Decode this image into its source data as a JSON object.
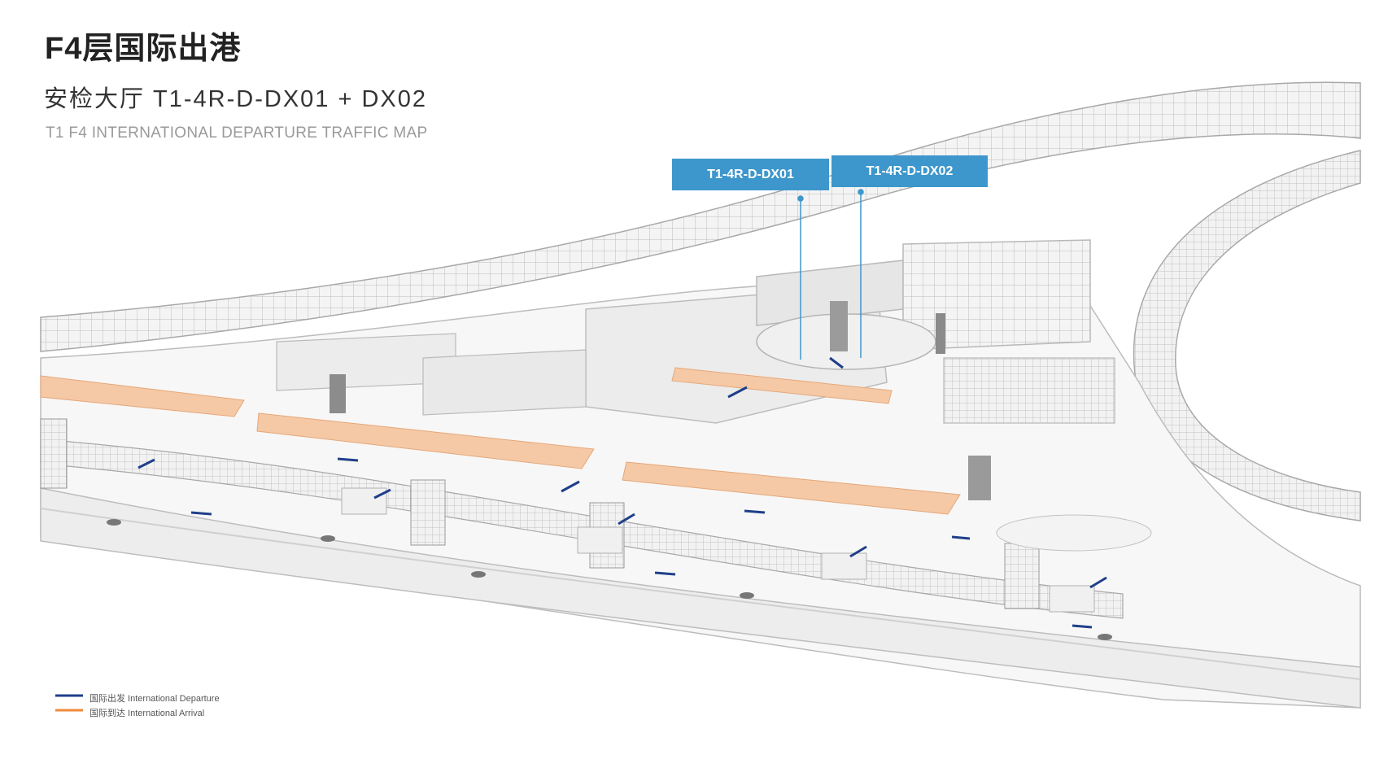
{
  "header": {
    "title": "F4层国际出港",
    "subtitle": "安检大厅  T1-4R-D-DX01 + DX02",
    "subtitle_en": "T1 F4 INTERNATIONAL DEPARTURE TRAFFIC MAP"
  },
  "markers": [
    {
      "label": "T1-4R-D-DX01"
    },
    {
      "label": "T1-4R-D-DX02"
    }
  ],
  "legend": {
    "departure": {
      "label": "国际出发 International Departure",
      "color": "#1f3f8a"
    },
    "arrival": {
      "label": "国际到达 International Arrival",
      "color": "#f08a3c"
    }
  },
  "colors": {
    "marker_fill": "#3d97cc",
    "zone_orange": "#f5c9a6",
    "structure_gray": "#c8c8c8"
  }
}
